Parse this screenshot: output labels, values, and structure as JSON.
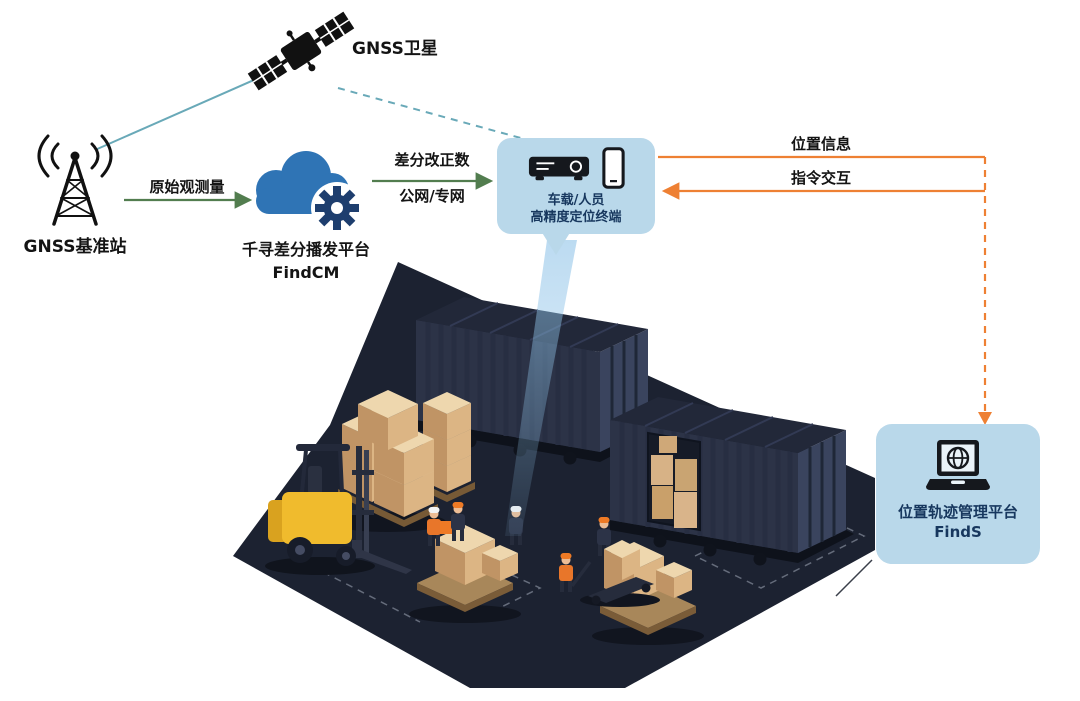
{
  "colors": {
    "green": "#527d4f",
    "orange": "#ee8033",
    "teal": "#69a9b8",
    "ink": "#141414",
    "panel_bg": "#b9d8ea",
    "panel_text": "#17375e",
    "cloud_blue": "#2f74b5",
    "gear_navy": "#1e3e6e",
    "floor_dark": "#1c2231",
    "container_dark": "#2c3347",
    "box_tan": "#d9b080",
    "forklift_yellow": "#f0bb2d",
    "beam_blue": "#8fc3e8"
  },
  "nodes": {
    "satellite": {
      "label": "GNSS卫星",
      "icon": "satellite-icon"
    },
    "base_station": {
      "label": "GNSS基准站",
      "icon": "antenna-tower-icon"
    },
    "cloud_platform": {
      "line1": "千寻差分播发平台",
      "line2": "FindCM",
      "icon": "cloud-gear-icon"
    },
    "terminal": {
      "line1": "车载/人员",
      "line2": "高精度定位终端",
      "icons": [
        "gnss-receiver-icon",
        "smartphone-icon"
      ]
    },
    "management_platform": {
      "line1": "位置轨迹管理平台",
      "line2": "FindS",
      "icon": "laptop-globe-icon"
    }
  },
  "edges": {
    "raw_observation": "原始观测量",
    "corrections_line1": "差分改正数",
    "corrections_line2": "公网/专网",
    "position_info": "位置信息",
    "command_interaction": "指令交互"
  }
}
